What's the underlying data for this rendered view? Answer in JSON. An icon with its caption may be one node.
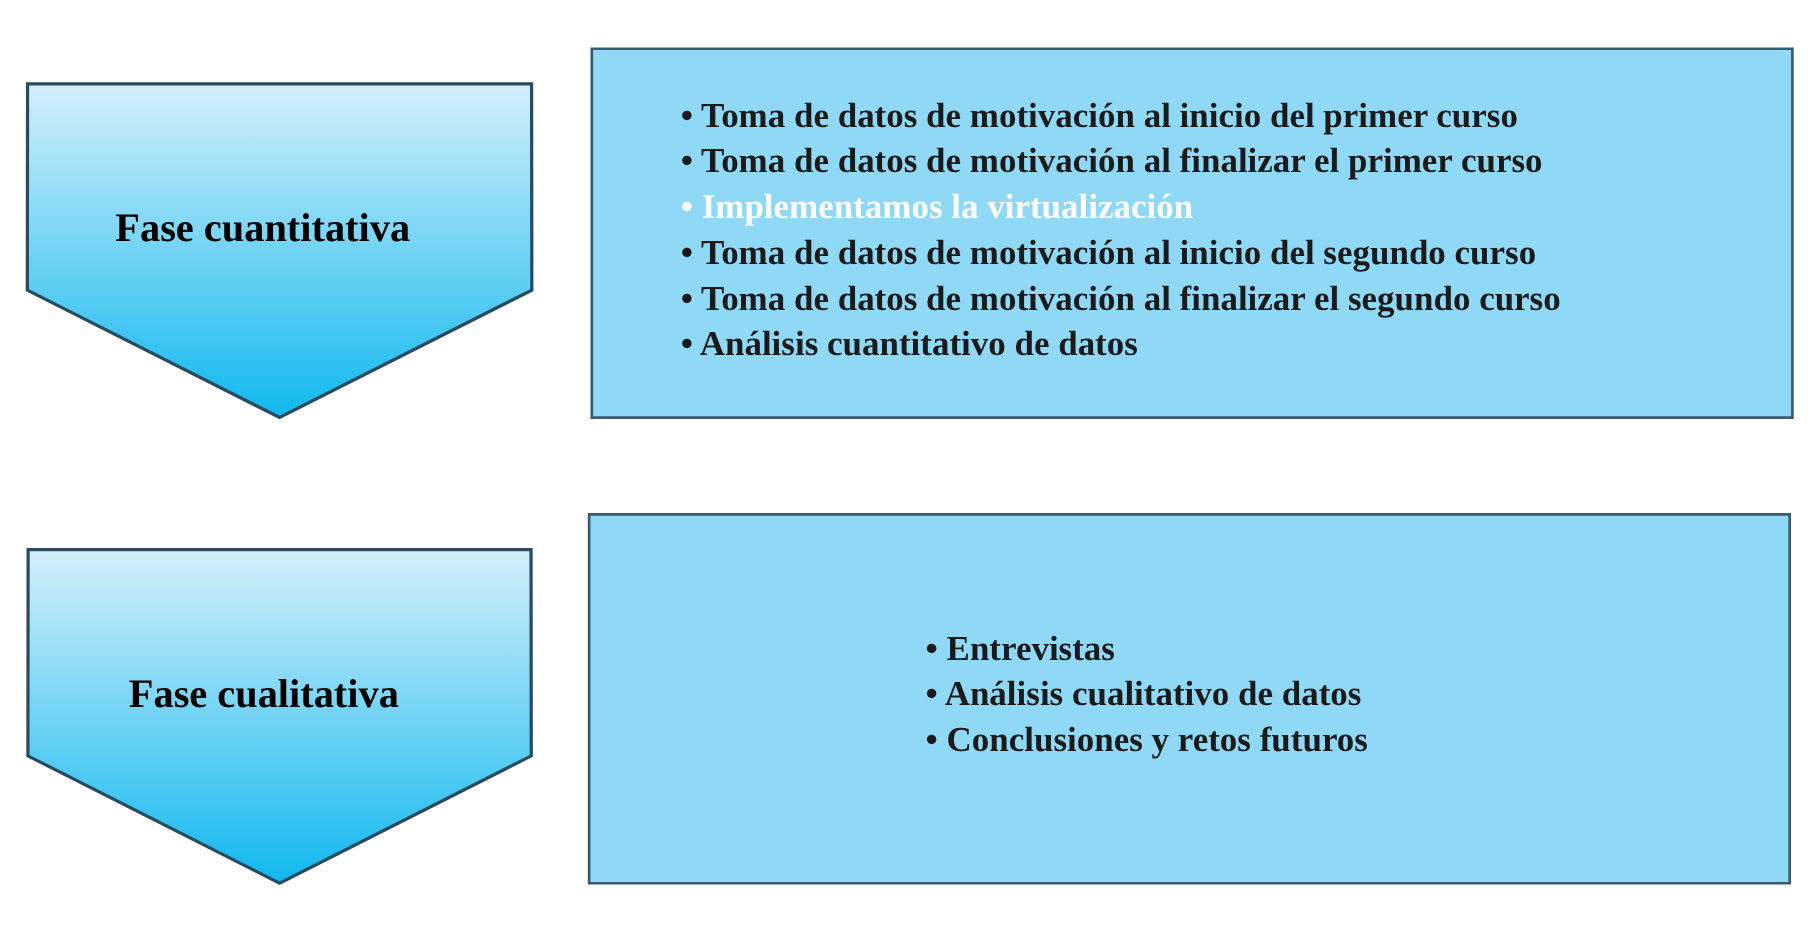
{
  "diagram": {
    "nodes": [
      {
        "text": [
          "Fase cuantitativa"
        ]
      },
      {
        "text": [
          "• Toma de datos de motivación al inicio del primer curso",
          "• Toma de datos de motivación al finalizar el primer curso",
          "• Implementamos la virtualización",
          "• Toma de datos de motivación al inicio del segundo curso",
          "• Toma de datos de motivación al finalizar el segundo curso",
          "• Análisis cuantitativo de datos"
        ]
      },
      {
        "text": [
          "Fase cualitativa"
        ]
      },
      {
        "text": [
          "• Entrevistas",
          "• Análisis cualitativo de datos",
          "• Conclusiones y retos futuros"
        ]
      }
    ],
    "edges": []
  }
}
